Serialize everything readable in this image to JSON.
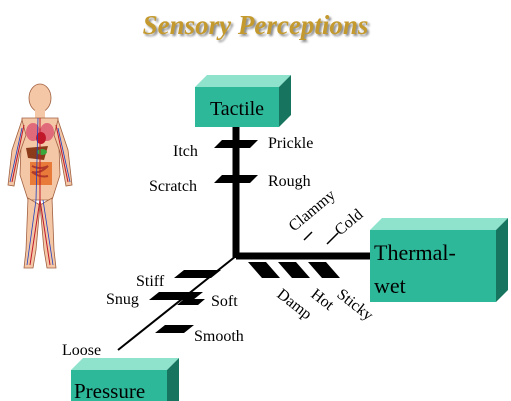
{
  "title": "Sensory Perceptions",
  "boxes": {
    "tactile": "Tactile",
    "thermal_line1": "Thermal-",
    "thermal_line2": "wet",
    "pressure": "Pressure"
  },
  "tactile_labels": {
    "itch": "Itch",
    "prickle": "Prickle",
    "scratch": "Scratch",
    "rough": "Rough"
  },
  "thermal_labels": {
    "clammy": "Clammy",
    "cold": "Cold",
    "damp": "Damp",
    "hot": "Hot",
    "sticky": "Sticky"
  },
  "pressure_labels": {
    "stiff": "Stiff",
    "snug": "Snug",
    "soft": "Soft",
    "smooth": "Smooth",
    "loose": "Loose"
  },
  "colors": {
    "title": "#c49a2e",
    "box_front": "#2eb89a",
    "box_top": "#8fe3cd",
    "box_side": "#17755f",
    "axis": "#000000"
  },
  "icon": "human-anatomy-icon"
}
